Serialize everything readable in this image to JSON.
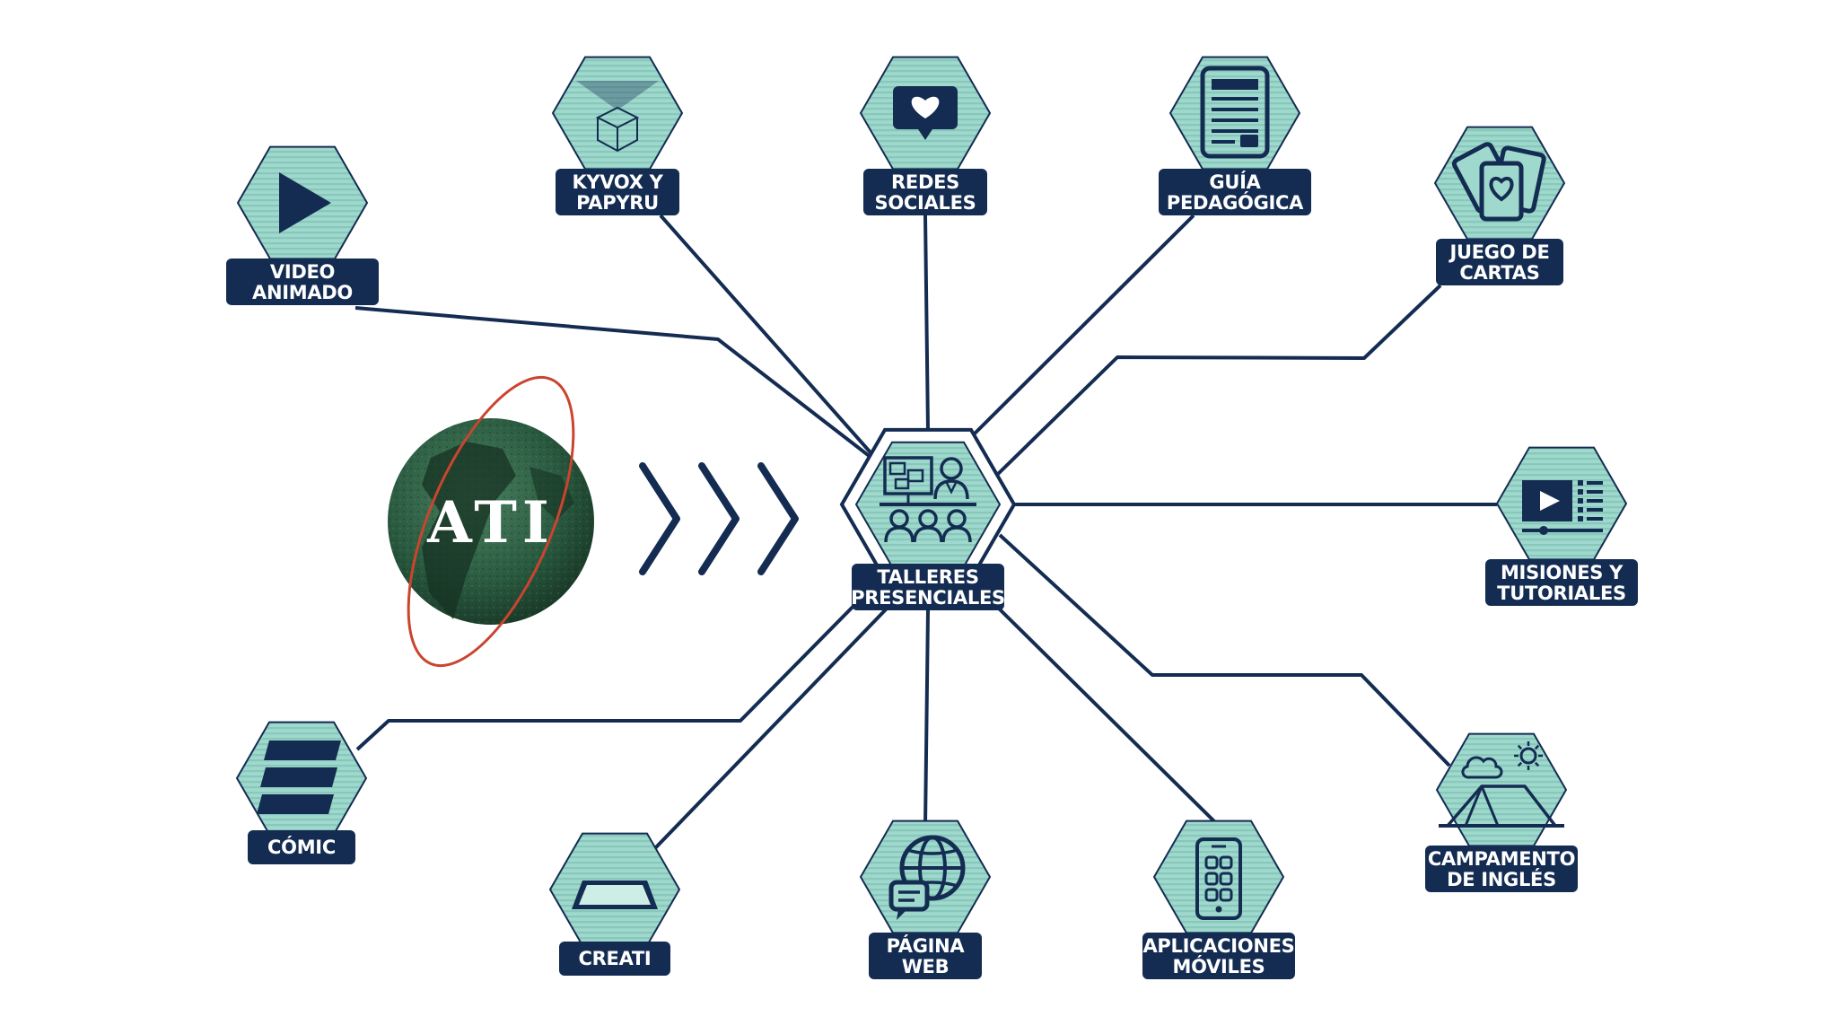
{
  "logo": {
    "text": "ATI"
  },
  "colors": {
    "navy": "#142c52",
    "mint": "#9fd8cc",
    "mint_stripe": "#84c6b8",
    "globe_dark": "#1c3d2c",
    "globe_light": "#3f7758",
    "orbit": "#c9452f",
    "white": "#ffffff"
  },
  "center": {
    "icon": "classroom-workshop-icon",
    "label_lines": [
      "TALLERES",
      "PRESENCIALES"
    ]
  },
  "nodes": [
    {
      "id": "video-animado",
      "icon": "play-icon",
      "label_lines": [
        "VIDEO",
        "ANIMADO"
      ]
    },
    {
      "id": "kyvox-papyru",
      "icon": "hologram-cube-icon",
      "label_lines": [
        "KYVOX Y",
        "PAPYRU"
      ]
    },
    {
      "id": "redes-sociales",
      "icon": "heart-chat-icon",
      "label_lines": [
        "REDES",
        "SOCIALES"
      ]
    },
    {
      "id": "guia-pedagogica",
      "icon": "document-icon",
      "label_lines": [
        "GUÍA",
        "PEDAGÓGICA"
      ]
    },
    {
      "id": "juego-cartas",
      "icon": "playing-cards-icon",
      "label_lines": [
        "JUEGO DE",
        "CARTAS"
      ]
    },
    {
      "id": "misiones-tutoriales",
      "icon": "video-player-icon",
      "label_lines": [
        "MISIONES Y",
        "TUTORIALES"
      ]
    },
    {
      "id": "campamento-ingles",
      "icon": "tent-icon",
      "label_lines": [
        "CAMPAMENTO",
        "DE INGLÉS"
      ]
    },
    {
      "id": "aplicaciones-moviles",
      "icon": "smartphone-apps-icon",
      "label_lines": [
        "APLICACIONES",
        "MÓVILES"
      ]
    },
    {
      "id": "pagina-web",
      "icon": "globe-chat-icon",
      "label_lines": [
        "PÁGINA",
        "WEB"
      ]
    },
    {
      "id": "creati",
      "icon": "tablet-icon",
      "label_lines": [
        "CREATI"
      ]
    },
    {
      "id": "comic",
      "icon": "comic-panels-icon",
      "label_lines": [
        "CÓMIC"
      ]
    }
  ]
}
